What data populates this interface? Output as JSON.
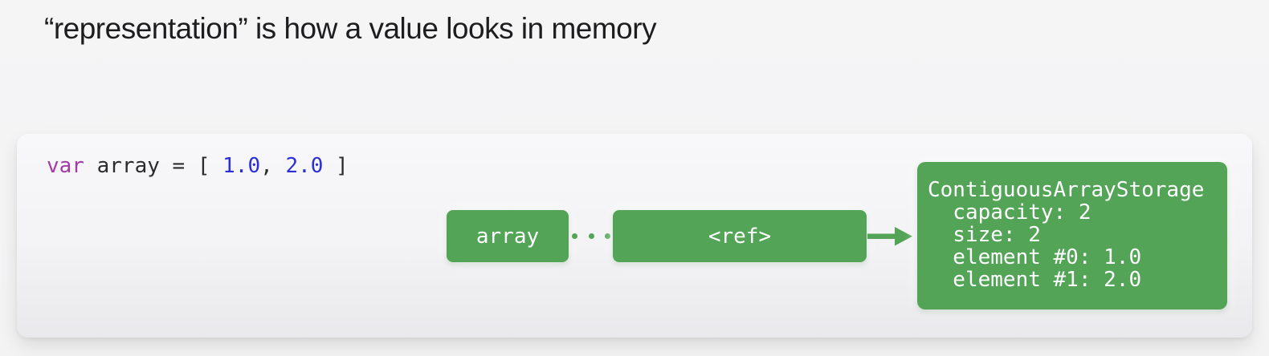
{
  "title": "“representation” is how a value looks in memory",
  "code": {
    "tokens": [
      {
        "text": "var",
        "type": "keyword",
        "color": "#a43ba4"
      },
      {
        "text": " array = [ ",
        "type": "plain",
        "color": "#2b2b2e"
      },
      {
        "text": "1.0",
        "type": "number",
        "color": "#2a2fd8"
      },
      {
        "text": ", ",
        "type": "plain",
        "color": "#2b2b2e"
      },
      {
        "text": "2.0",
        "type": "number",
        "color": "#2a2fd8"
      },
      {
        "text": " ]",
        "type": "plain",
        "color": "#2b2b2e"
      }
    ]
  },
  "diagram": {
    "array_box": {
      "label": "array"
    },
    "connector_dots": 3,
    "ref_box": {
      "label": "<ref>"
    },
    "arrow": "right-arrow",
    "storage_box": {
      "lines": [
        "ContiguousArrayStorage",
        "  capacity: 2",
        "  size: 2",
        "  element #0: 1.0",
        "  element #1: 2.0"
      ]
    }
  },
  "colors": {
    "background": "#f3f3f4",
    "panel_top": "#f8f8fa",
    "panel_bottom": "#e9e9ec",
    "box_green": "#53a457",
    "box_text": "#ffffff",
    "title_text": "#1d1d1f"
  }
}
